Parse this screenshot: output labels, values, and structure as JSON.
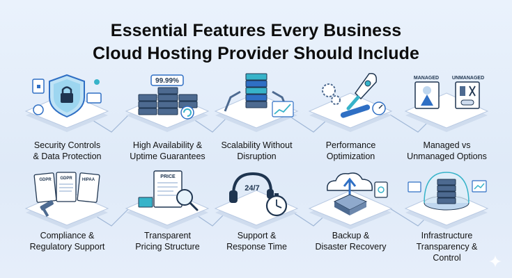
{
  "title": {
    "line1": "Essential Features Every Business",
    "line2": "Cloud Hosting Provider Should Include"
  },
  "colors": {
    "background": "#e3edf9",
    "tile_top": "#ffffff",
    "tile_side": "#cfdcee",
    "accent_blue": "#2f6fc4",
    "accent_teal": "#37b3c9",
    "dark_navy": "#1f3550"
  },
  "features": [
    {
      "icon": "shield-lock-icon",
      "line1": "Security Controls",
      "line2": "& Data Protection"
    },
    {
      "icon": "server-stack-uptime-icon",
      "line1": "High Availability &",
      "line2": "Uptime Guarantees",
      "badge": "99.99%"
    },
    {
      "icon": "scaling-server-icon",
      "line1": "Scalability Without",
      "line2": "Disruption"
    },
    {
      "icon": "rocket-gauge-icon",
      "line1": "Performance",
      "line2": "Optimization"
    },
    {
      "icon": "managed-unmanaged-icon",
      "line1": "Managed vs",
      "line2": "Unmanaged Options",
      "tag_left": "MANAGED",
      "tag_right": "UNMANAGED"
    },
    {
      "icon": "compliance-documents-icon",
      "line1": "Compliance &",
      "line2": "Regulatory Support",
      "doc1": "GDPR",
      "doc2": "GDPR",
      "doc3": "HIPAA"
    },
    {
      "icon": "pricing-magnifier-icon",
      "line1": "Transparent",
      "line2": "Pricing Structure",
      "sheet": "PRICE"
    },
    {
      "icon": "headset-stopwatch-icon",
      "line1": "Support &",
      "line2": "Response Time",
      "badge": "24/7"
    },
    {
      "icon": "backup-cloud-icon",
      "line1": "Backup &",
      "line2": "Disaster Recovery"
    },
    {
      "icon": "infrastructure-dome-icon",
      "line1": "Infrastructure",
      "line2": "Transparency &",
      "line3": "Control"
    }
  ]
}
